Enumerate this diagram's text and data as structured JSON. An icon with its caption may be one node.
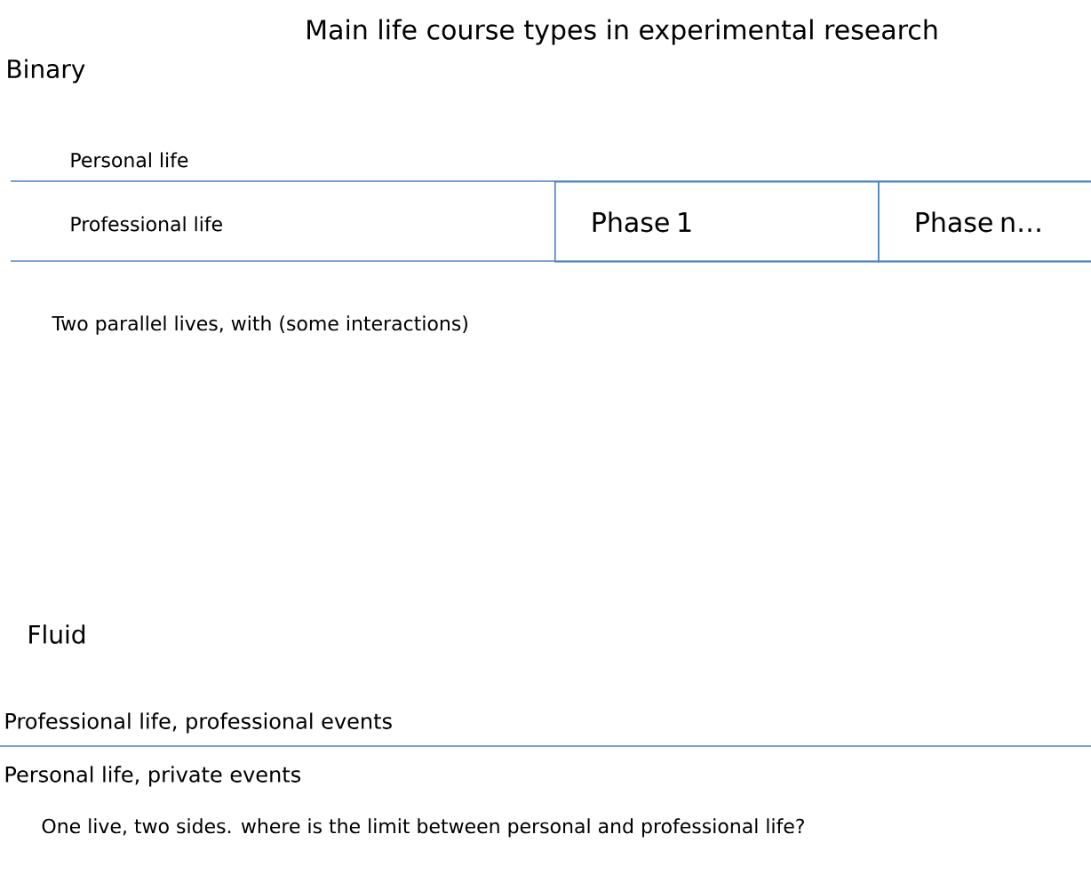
{
  "diagram": {
    "title": "Main life course types in experimental research",
    "nodes": [
      {
        "text": [
          "Phase 1"
        ]
      },
      {
        "text": [
          "Phase n…"
        ]
      }
    ],
    "labels": [
      "Binary",
      "Personal life",
      "Professional life",
      "Two parallel lives, with (some interactions)",
      "Fluid",
      "Professional life, professional events",
      "Personal life, private events",
      "One live, two sides. where is the limit between personal and professional life?"
    ]
  }
}
